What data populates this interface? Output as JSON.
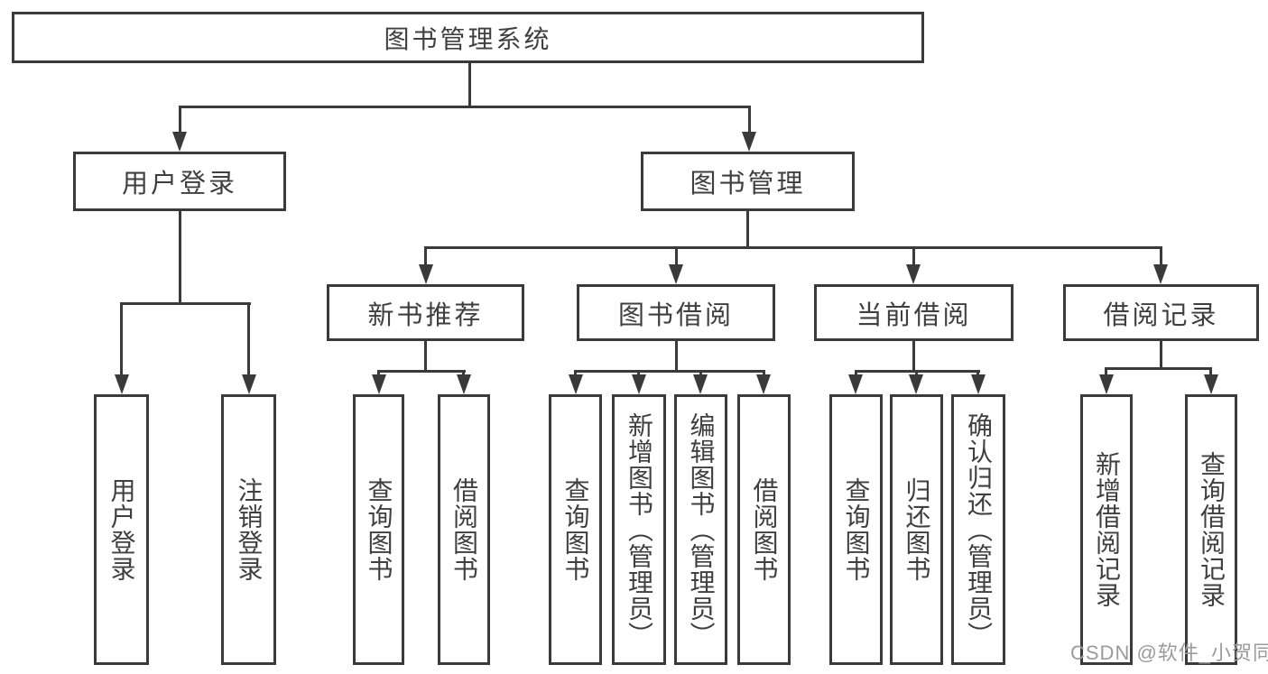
{
  "diagram": {
    "title": "图书管理系统",
    "level2": {
      "user_login": "用户登录",
      "book_management": "图书管理"
    },
    "level3": {
      "new_book_recommend": "新书推荐",
      "book_borrowing": "图书借阅",
      "current_borrowing": "当前借阅",
      "borrow_records": "借阅记录"
    },
    "leaves": {
      "login": "用户登录",
      "logout": "注销登录",
      "nb_query_books": "查询图书",
      "nb_borrow_books": "借阅图书",
      "bb_query_books": "查询图书",
      "bb_add_books_admin": "新增图书（管理员）",
      "bb_edit_books_admin": "编辑图书（管理员）",
      "bb_borrow_books": "借阅图书",
      "cb_query_books": "查询图书",
      "cb_return_books": "归还图书",
      "cb_confirm_return_admin": "确认归还（管理员）",
      "br_add_record": "新增借阅记录",
      "br_query_record": "查询借阅记录"
    },
    "watermark": "CSDN @软件_小贺同学",
    "colors": {
      "line": "#3a3a3a",
      "text": "#3f3f3f",
      "watermark": "#9b9b9b"
    }
  }
}
